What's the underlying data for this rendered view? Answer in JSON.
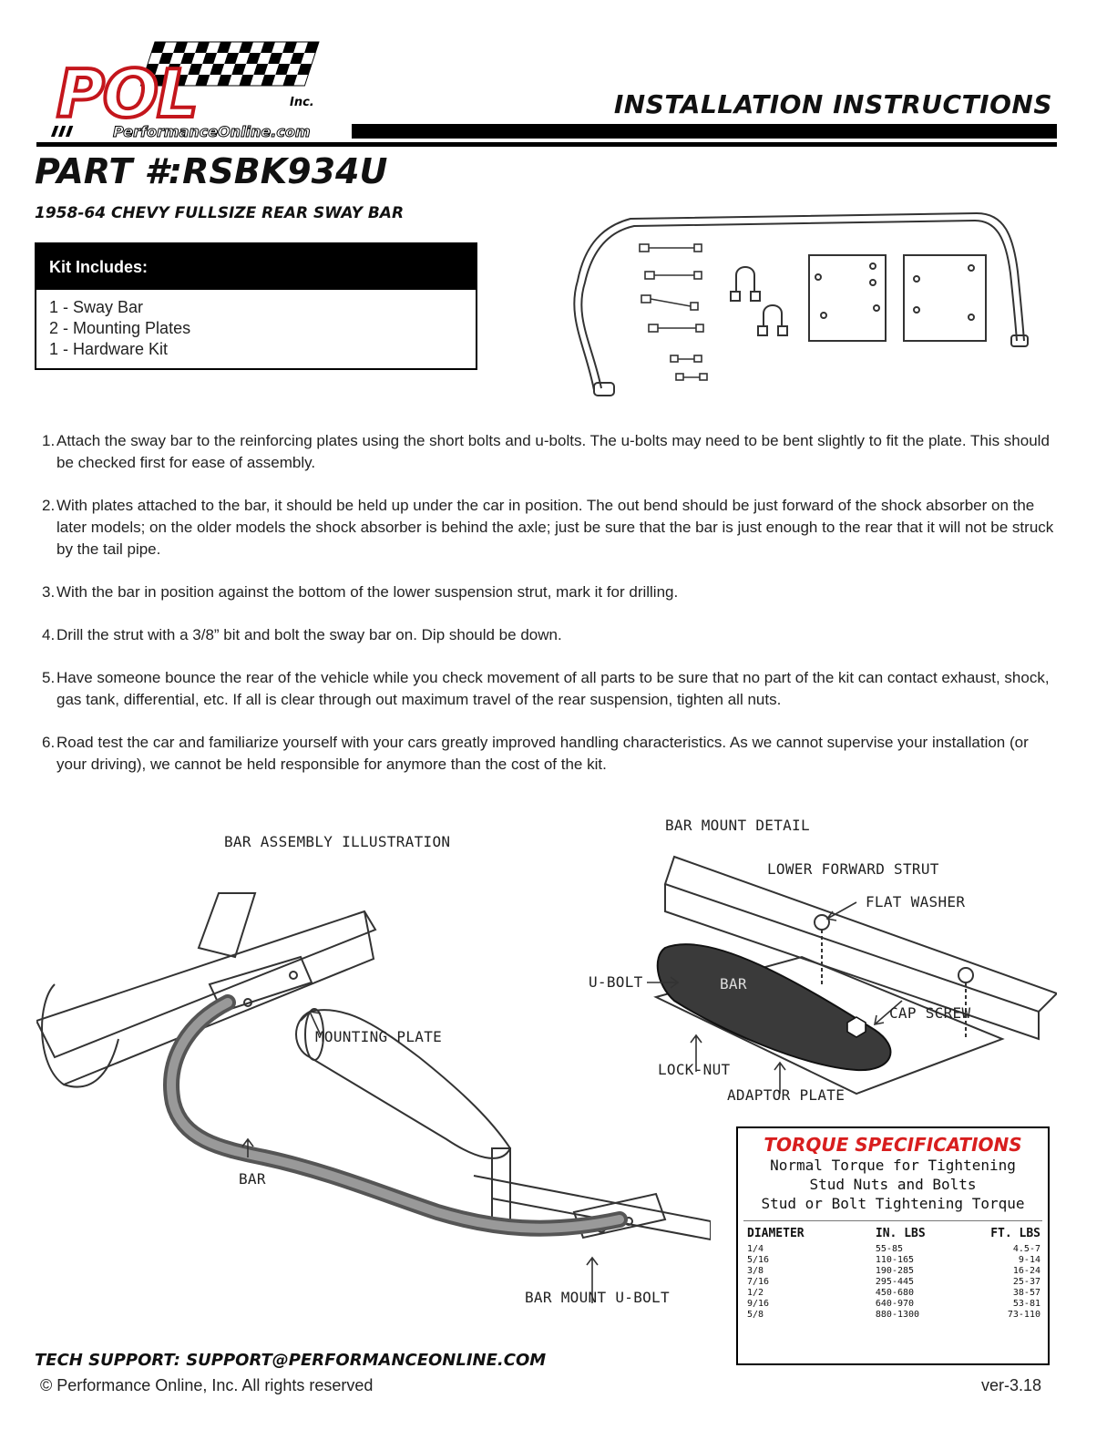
{
  "header": {
    "logo_main": "POL",
    "logo_inc": "Inc.",
    "logo_site": "PerformanceOnline.com",
    "title": "INSTALLATION INSTRUCTIONS"
  },
  "part": {
    "number": "PART #:RSBK934U",
    "subtitle": "1958-64 CHEVY FULLSIZE REAR SWAY BAR"
  },
  "kit": {
    "heading": "Kit Includes:",
    "items": [
      "1 - Sway Bar",
      "2 - Mounting Plates",
      "1 - Hardware Kit"
    ]
  },
  "steps": [
    {
      "num": "1.",
      "text": "Attach the sway bar to the reinforcing plates using the short bolts and u-bolts. The u-bolts may need to be bent slightly to fit the plate. This should be checked first for ease of assembly."
    },
    {
      "num": "2.",
      "text": "With plates attached to the bar, it should be held up under the car in position. The out bend should be just forward of the shock absorber on the later models; on the older models the shock absorber is behind the axle; just be sure that the bar is just enough to the rear that it will not be struck by the tail pipe."
    },
    {
      "num": "3.",
      "text": "With the bar in position against the bottom of the lower suspension strut, mark it for drilling."
    },
    {
      "num": "4.",
      "text": "Drill the strut with a 3/8” bit and bolt the sway bar on. Dip should be down."
    },
    {
      "num": "5.",
      "text": "Have someone bounce the rear of the vehicle while you check movement of all parts to be sure that no part of the kit can contact exhaust, shock, gas tank, differential, etc.  If all is clear through out maximum travel of the rear suspension, tighten all nuts."
    },
    {
      "num": "6.",
      "text": "Road test the car and familiarize yourself with your cars greatly improved handling characteristics. As we cannot supervise your installation (or your driving), we cannot be held responsible for anymore than the cost of the kit."
    }
  ],
  "assembly": {
    "title": "BAR ASSEMBLY ILLUSTRATION",
    "mounting_plate": "MOUNTING PLATE",
    "bar": "BAR",
    "bar_mount_ubolt": "BAR MOUNT U-BOLT"
  },
  "mount_detail": {
    "title": "BAR MOUNT DETAIL",
    "lower_forward_strut": "LOWER FORWARD STRUT",
    "flat_washer": "FLAT WASHER",
    "ubolt": "U-BOLT",
    "bar": "BAR",
    "cap_screw": "CAP SCREW",
    "lock_nut": "LOCK-NUT",
    "adaptor_plate": "ADAPTOR PLATE"
  },
  "torque": {
    "title": "TORQUE SPECIFICATIONS",
    "sub1": "Normal Torque for Tightening",
    "sub2": "Stud Nuts and Bolts",
    "sub3": "Stud or Bolt Tightening Torque",
    "headers": [
      "DIAMETER",
      "IN. LBS",
      "FT. LBS"
    ],
    "rows": [
      [
        "1/4",
        "55-85",
        "4.5-7"
      ],
      [
        "5/16",
        "110-165",
        "9-14"
      ],
      [
        "3/8",
        "190-285",
        "16-24"
      ],
      [
        "7/16",
        "295-445",
        "25-37"
      ],
      [
        "1/2",
        "450-680",
        "38-57"
      ],
      [
        "9/16",
        "640-970",
        "53-81"
      ],
      [
        "5/8",
        "880-1300",
        "73-110"
      ]
    ]
  },
  "footer": {
    "tech_support": "TECH SUPPORT: SUPPORT@PERFORMANCEONLINE.COM",
    "copyright": "© Performance Online, Inc.  All rights reserved",
    "version": "ver-3.18"
  }
}
